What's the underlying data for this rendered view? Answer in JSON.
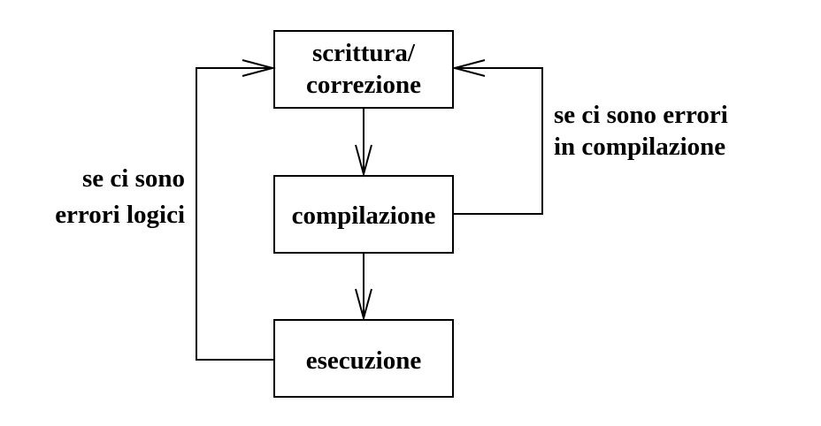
{
  "diagram": {
    "nodes": {
      "write": {
        "line1": "scrittura/",
        "line2": "correzione"
      },
      "compile": {
        "label": "compilazione"
      },
      "run": {
        "label": "esecuzione"
      }
    },
    "edges": {
      "compile_errors": {
        "line1": "se ci sono errori",
        "line2": "in compilazione"
      },
      "logic_errors": {
        "line1": "se ci sono",
        "line2": "errori logici"
      }
    }
  }
}
